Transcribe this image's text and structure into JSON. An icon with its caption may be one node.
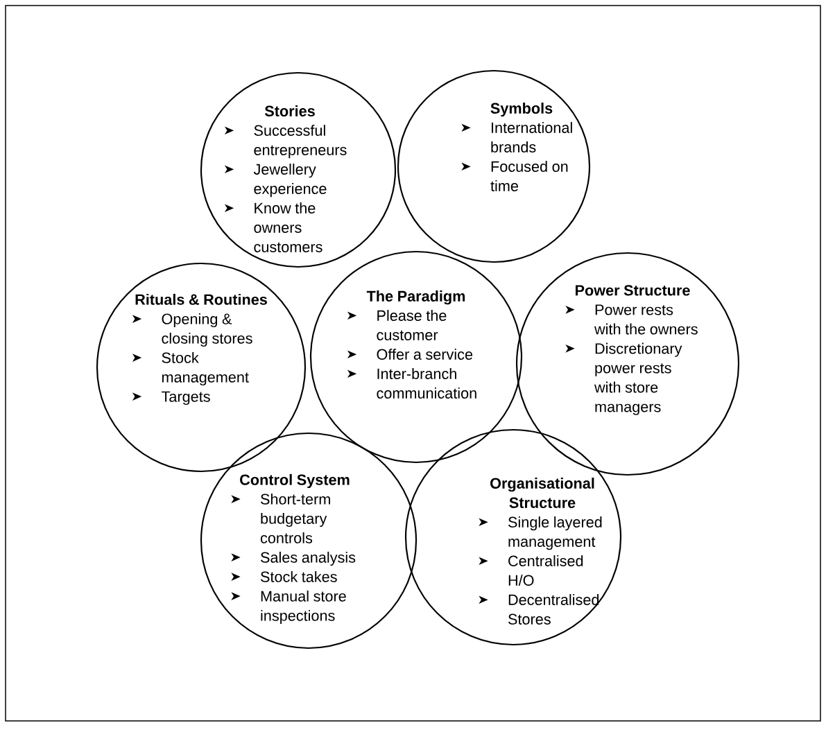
{
  "diagram": {
    "nodes": [
      {
        "text": [
          "Stories",
          "Successful entrepreneurs",
          "Jewellery experience",
          "Know the owners customers"
        ]
      },
      {
        "text": [
          "Symbols",
          "International brands",
          "Focused on time"
        ]
      },
      {
        "text": [
          "Rituals & Routines",
          "Opening & closing stores",
          "Stock management",
          "Targets"
        ]
      },
      {
        "text": [
          "The Paradigm",
          "Please the customer",
          "Offer a service",
          "Inter-branch communication"
        ]
      },
      {
        "text": [
          "Power Structure",
          "Power rests with the owners",
          "Discretionary power rests with store managers"
        ]
      },
      {
        "text": [
          "Control System",
          "Short-term budgetary controls",
          "Sales analysis",
          "Stock takes",
          "Manual store inspections"
        ]
      },
      {
        "text": [
          "Organisational Structure",
          "Single layered management",
          "Centralised H/O",
          "Decentralised Stores"
        ]
      }
    ]
  }
}
